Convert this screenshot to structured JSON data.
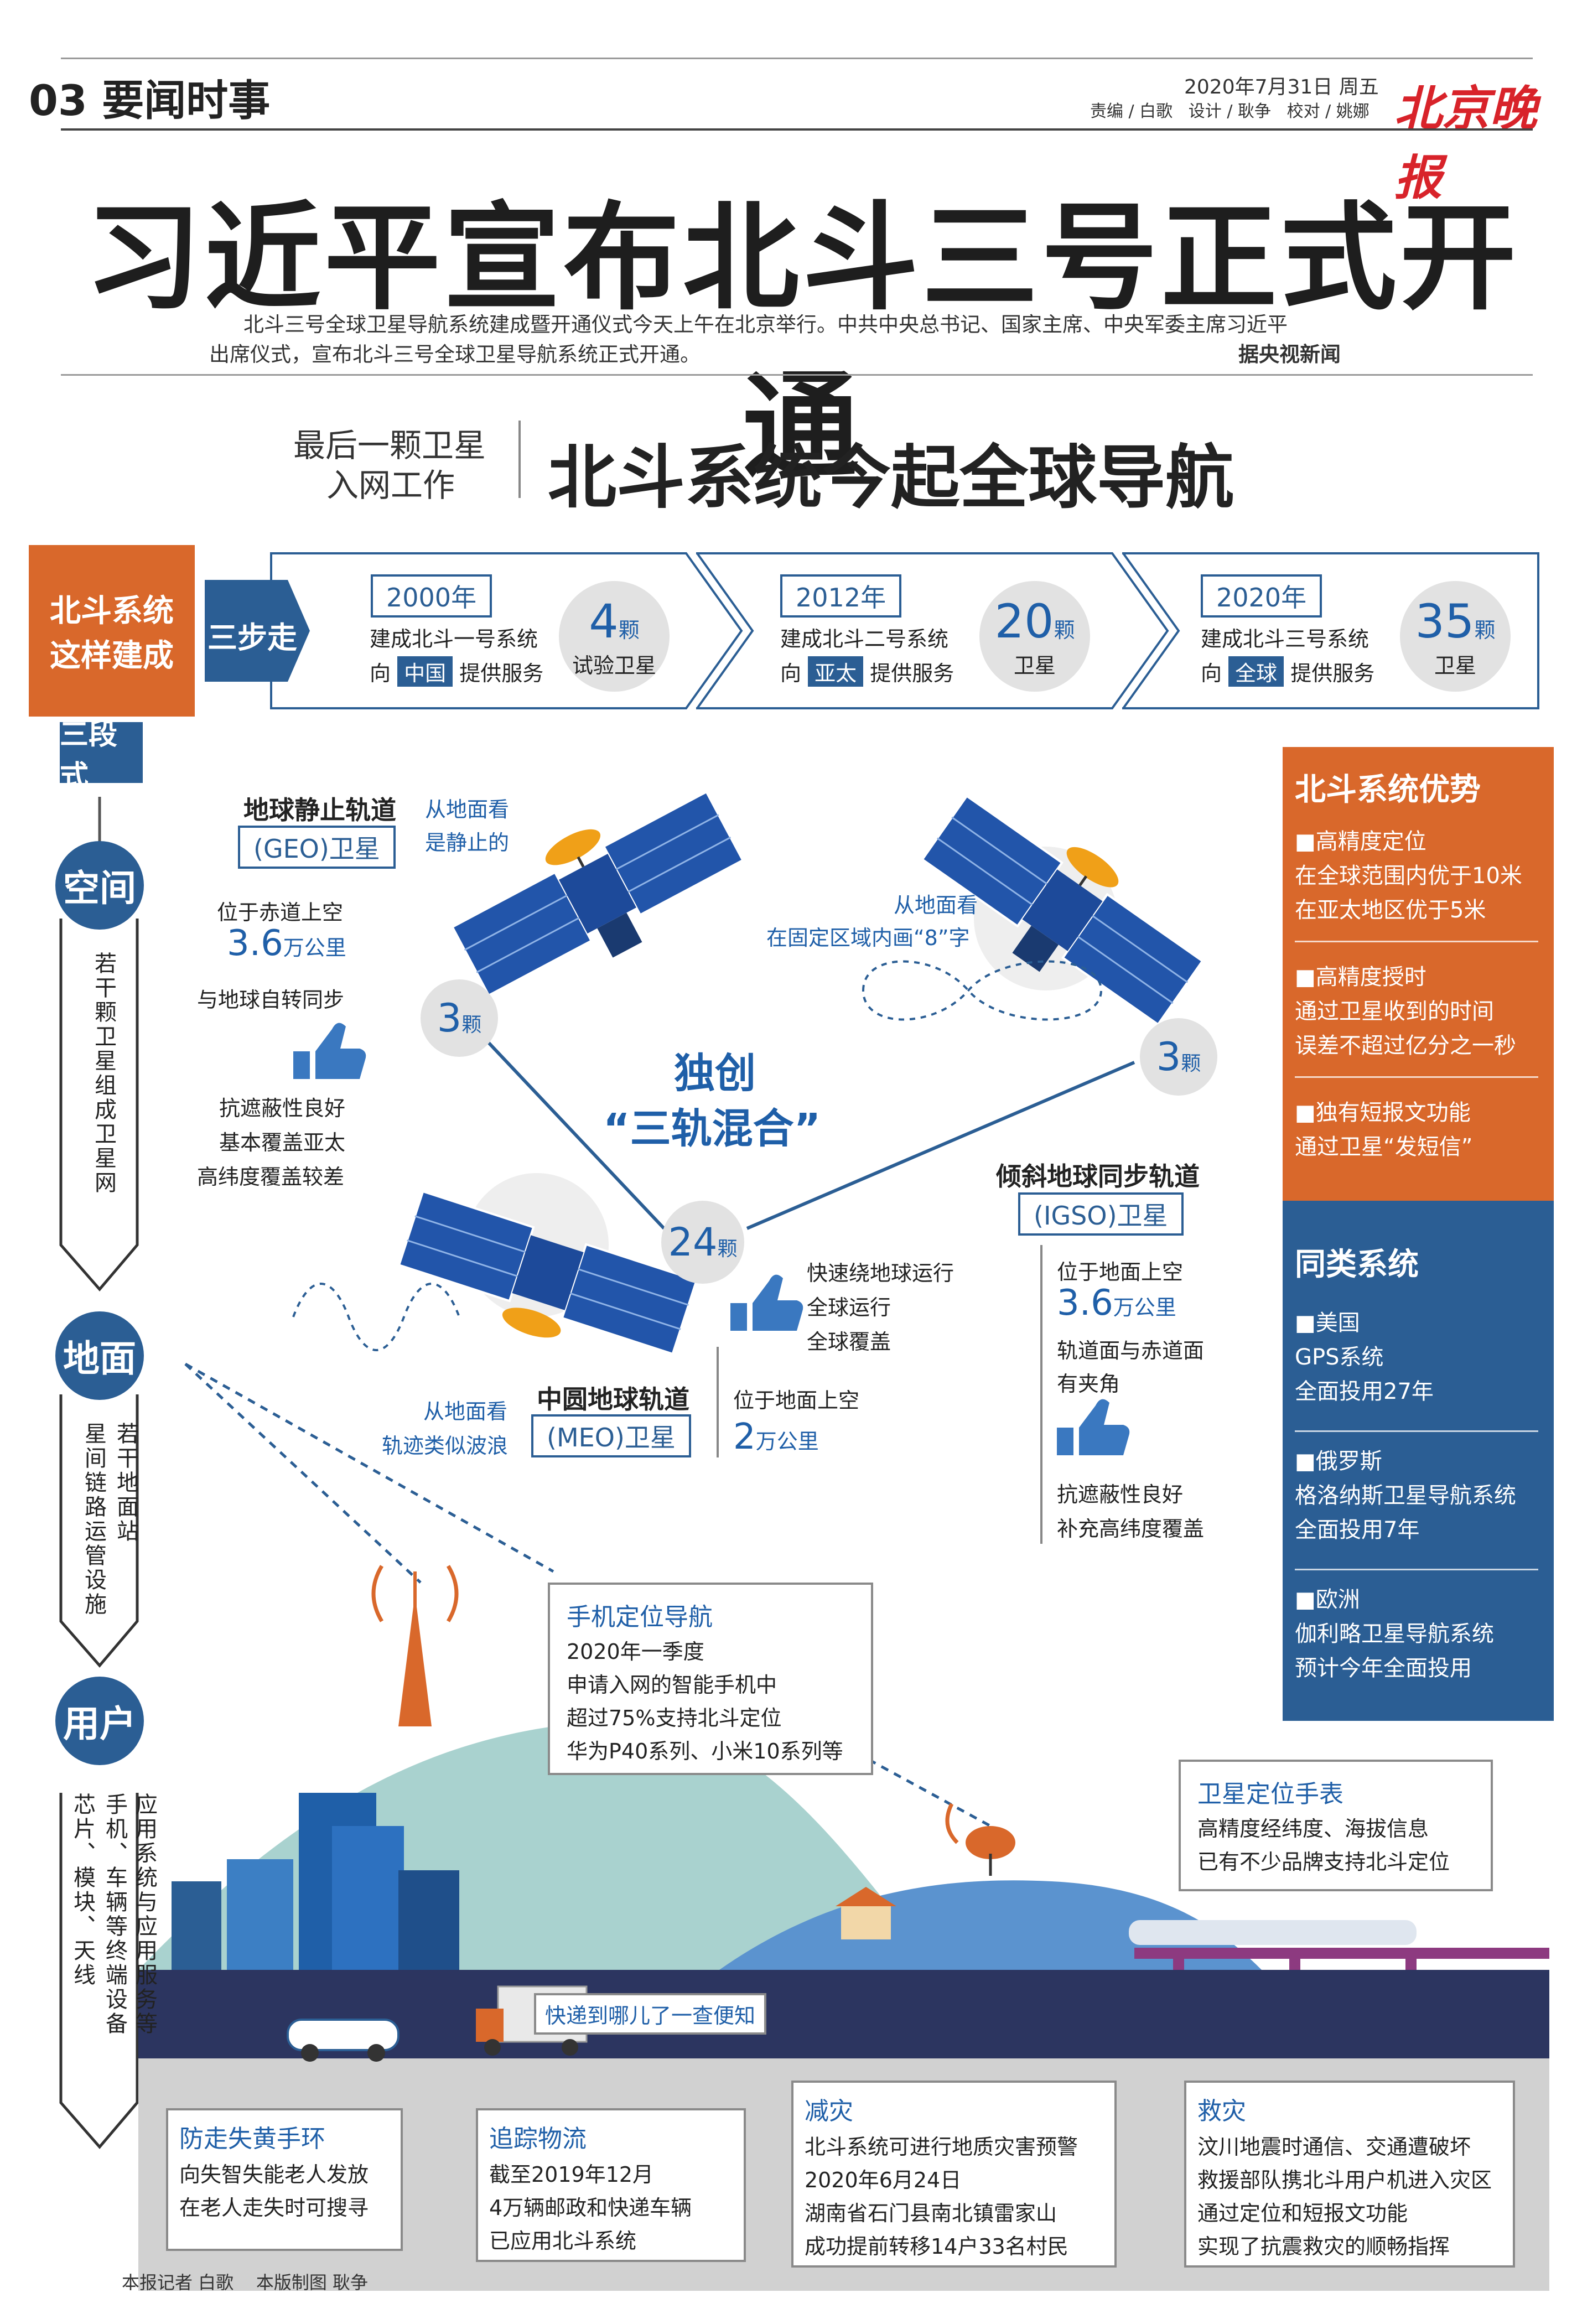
{
  "masthead": {
    "page_section": "03 要闻时事",
    "date": "2020年7月31日 周五",
    "staff": "责编 / 白歌   设计 / 耿争   校对 / 姚娜",
    "newspaper_name": "北京晚报"
  },
  "headline": "习近平宣布北斗三号正式开通",
  "lead": {
    "line1": "北斗三号全球卫星导航系统建成暨开通仪式今天上午在北京举行。中共中央总书记、国家主席、中央军委主席习近平",
    "line2": "出席仪式，宣布北斗三号全球卫星导航系统正式开通。",
    "source": "据央视新闻"
  },
  "subhead": {
    "left_line1": "最后一颗卫星",
    "left_line2": "入网工作",
    "main": "北斗系统今起全球导航"
  },
  "build": {
    "label_line1": "北斗系统",
    "label_line2": "这样建成",
    "steps_label": "三步走",
    "stages_label": "三段式",
    "steps": [
      {
        "year": "2000年",
        "line1": "建成北斗一号系统",
        "pre": "向",
        "region": "中国",
        "post": "提供服务",
        "count": "4",
        "unit": "颗",
        "desc": "试验卫星"
      },
      {
        "year": "2012年",
        "line1": "建成北斗二号系统",
        "pre": "向",
        "region": "亚太",
        "post": "提供服务",
        "count": "20",
        "unit": "颗",
        "desc": "卫星"
      },
      {
        "year": "2020年",
        "line1": "建成北斗三号系统",
        "pre": "向",
        "region": "全球",
        "post": "提供服务",
        "count": "35",
        "unit": "颗",
        "desc": "卫星"
      }
    ]
  },
  "segments": {
    "space": {
      "title": "空间",
      "desc": "若干颗卫星组成卫星网"
    },
    "ground": {
      "title": "地面",
      "desc_col1": "若干地面站",
      "desc_col2": "星间链路运管设施"
    },
    "user": {
      "title": "用户",
      "desc_col1": "芯片、模块、天线",
      "desc_col2": "手机、车辆等终端设备",
      "desc_col3": "应用系统与应用服务等"
    }
  },
  "orbits": {
    "center_title": "独创",
    "center_subtitle": "“三轨混合”",
    "geo": {
      "name": "地球静止轨道",
      "tag": "(GEO)卫星",
      "view_line1": "从地面看",
      "view_line2": "是静止的",
      "pos": "位于赤道上空",
      "height_num": "3.6",
      "height_unit": "万公里",
      "sync": "与地球自转同步",
      "merit1": "抗遮蔽性良好",
      "merit2": "基本覆盖亚太",
      "merit3": "高纬度覆盖较差",
      "count": "3",
      "unit": "颗"
    },
    "igso": {
      "name": "倾斜地球同步轨道",
      "tag": "(IGSO)卫星",
      "view_line1": "从地面看",
      "view_line2": "在固定区域内画“8”字",
      "pos": "位于地面上空",
      "height_num": "3.6",
      "height_unit": "万公里",
      "angle1": "轨道面与赤道面",
      "angle2": "有夹角",
      "merit1": "抗遮蔽性良好",
      "merit2": "补充高纬度覆盖",
      "count": "3",
      "unit": "颗"
    },
    "meo": {
      "name": "中圆地球轨道",
      "tag": "(MEO)卫星",
      "view_line1": "从地面看",
      "view_line2": "轨迹类似波浪",
      "pos": "位于地面上空",
      "height_num": "2",
      "height_unit": "万公里",
      "merit1": "快速绕地球运行",
      "merit2": "全球运行",
      "merit3": "全球覆盖",
      "count": "24",
      "unit": "颗"
    }
  },
  "advantages": {
    "title": "北斗系统优势",
    "items": [
      {
        "head": "■高精度定位",
        "line1": "在全球范围内优于10米",
        "line2": "在亚太地区优于5米"
      },
      {
        "head": "■高精度授时",
        "line1": "通过卫星收到的时间",
        "line2": "误差不超过亿分之一秒"
      },
      {
        "head": "■独有短报文功能",
        "line1": "通过卫星“发短信”",
        "line2": ""
      }
    ]
  },
  "similar": {
    "title": "同类系统",
    "items": [
      {
        "head": "■美国",
        "line1": "GPS系统",
        "line2": "全面投用27年"
      },
      {
        "head": "■俄罗斯",
        "line1": "格洛纳斯卫星导航系统",
        "line2": "全面投用7年"
      },
      {
        "head": "■欧洲",
        "line1": "伽利略卫星导航系统",
        "line2": "预计今年全面投用"
      }
    ]
  },
  "phone_box": {
    "title": "手机定位导航",
    "line1": "2020年一季度",
    "line2": "申请入网的智能手机中",
    "line3": "超过75%支持北斗定位",
    "line4": "华为P40系列、小米10系列等"
  },
  "watch_box": {
    "title": "卫星定位手表",
    "line1": "高精度经纬度、海拔信息",
    "line2": "已有不少品牌支持北斗定位"
  },
  "truck_sign": "快递到哪儿了一查便知",
  "bottom_boxes": [
    {
      "title": "防走失黄手环",
      "line1": "向失智失能老人发放",
      "line2": "在老人走失时可搜寻",
      "line3": ""
    },
    {
      "title": "追踪物流",
      "line1": "截至2019年12月",
      "line2": "4万辆邮政和快递车辆",
      "line3": "已应用北斗系统"
    },
    {
      "title": "减灾",
      "line1": "北斗系统可进行地质灾害预警",
      "line2": "2020年6月24日",
      "line3": "湖南省石门县南北镇雷家山",
      "line4": "成功提前转移14户33名村民"
    },
    {
      "title": "救灾",
      "line1": "汶川地震时通信、交通遭破坏",
      "line2": "救援部队携北斗用户机进入灾区",
      "line3": "通过定位和短报文功能",
      "line4": "实现了抗震救灾的顺畅指挥"
    }
  ],
  "credits": "本报记者 白歌    本版制图 耿争",
  "colors": {
    "orange": "#d9682b",
    "navy": "#2b5e94",
    "blue_text": "#1f5fa8",
    "gray": "#cfcfcf"
  }
}
